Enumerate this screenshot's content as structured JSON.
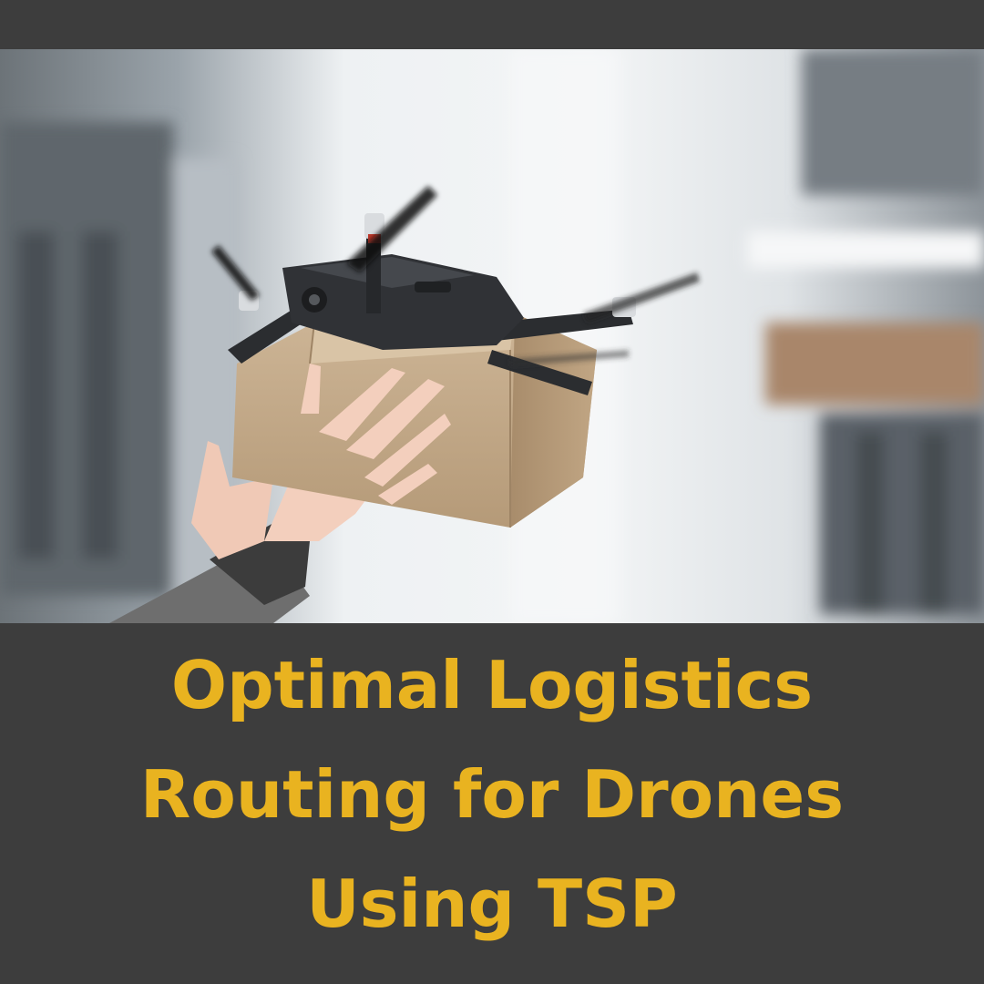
{
  "title_lines": [
    "Optimal Logistics",
    "Routing for Drones",
    "Using TSP"
  ],
  "colors": {
    "background": "#3d3d3d",
    "title_text": "#e9b320",
    "drone_body": "#2b2d30",
    "parcel": "#c4a784"
  },
  "photo": {
    "subject": "drone-delivering-parcel-photo"
  }
}
